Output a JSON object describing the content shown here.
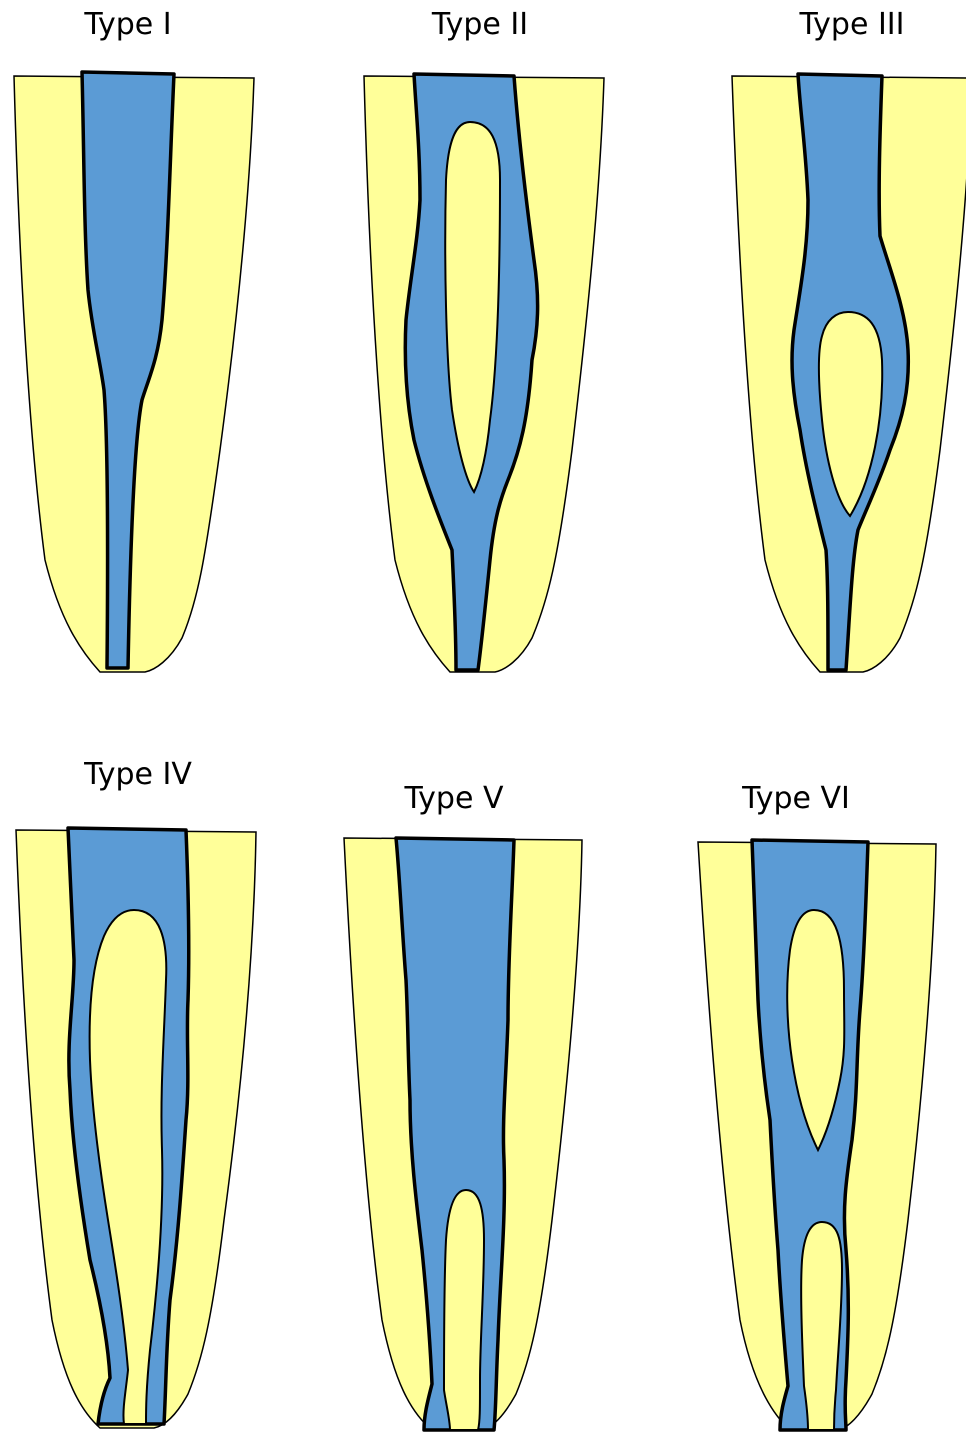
{
  "colors": {
    "dentin": "#FFFF99",
    "canal": "#5B9BD5",
    "outline": "#000000",
    "background": "#FFFFFF"
  },
  "types": [
    {
      "label": "Type I"
    },
    {
      "label": "Type II"
    },
    {
      "label": "Type III"
    },
    {
      "label": "Type IV"
    },
    {
      "label": "Type V"
    },
    {
      "label": "Type VI"
    }
  ]
}
